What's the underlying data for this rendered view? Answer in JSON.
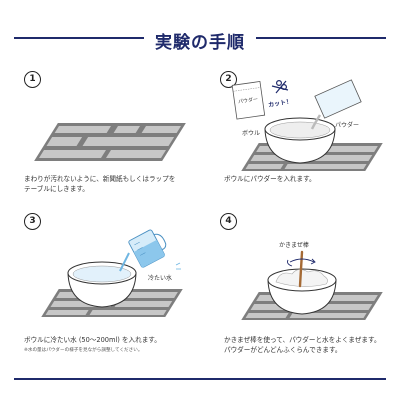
{
  "title": "実験の手順",
  "steps": [
    {
      "number": "1",
      "caption_lines": [
        "まわりが汚れないように、新聞紙もしくはラップを",
        "テーブルにしきます。"
      ]
    },
    {
      "number": "2",
      "caption_lines": [
        "ボウルにパウダーを入れます。"
      ],
      "labels": {
        "packet": "パウダー",
        "cut": "カット！",
        "bowl": "ボウル",
        "powder": "パウダー"
      }
    },
    {
      "number": "3",
      "caption_lines": [
        "ボウルに冷たい水 (50〜200ml) を入れます。"
      ],
      "note": "※水の量はパウダーの様子を見ながら調整してください。",
      "labels": {
        "cold_water": "冷たい水"
      }
    },
    {
      "number": "4",
      "caption_lines": [
        "かきまぜ棒を使って、パウダーと水をよくまぜます。",
        "パウダーがどんどんふくらんできます。"
      ],
      "labels": {
        "stick": "かきまぜ棒"
      }
    }
  ],
  "colors": {
    "accent": "#1f2a6b",
    "mat_dark": "#7e7e7e",
    "mat_light": "#c7c7c7",
    "water": "#6fb6e2"
  }
}
